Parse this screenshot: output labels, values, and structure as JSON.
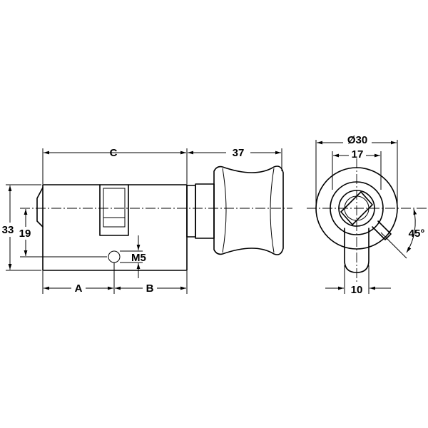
{
  "dimensions": {
    "c": "C",
    "knob_length": "37",
    "a": "A",
    "b": "B",
    "height": "33",
    "center_height": "19",
    "screw": "M5",
    "diameter": "Ø30",
    "inner": "17",
    "cam_width": "10",
    "cam_angle": "45°"
  }
}
